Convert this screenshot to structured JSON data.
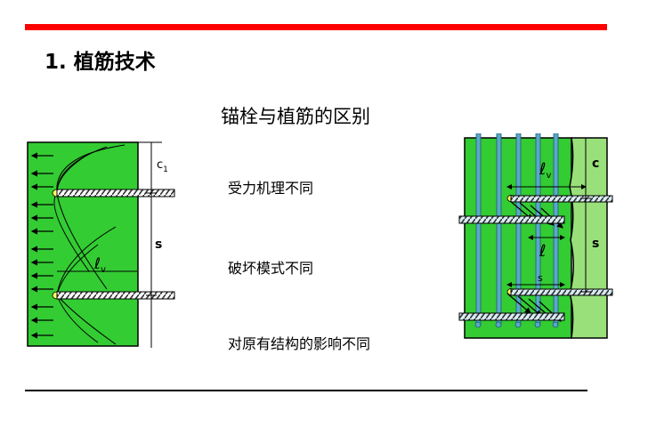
{
  "heading": {
    "number": "1.",
    "title": "植筋技术"
  },
  "subtitle": "锚栓与植筋的区别",
  "differences": [
    "受力机理不同",
    "破坏模式不同",
    "对原有结构的影响不同"
  ],
  "left_diagram": {
    "label_c": "c",
    "label_c_sub": "1",
    "label_s": "s",
    "label_l": "ℓ",
    "label_l_sub": "v"
  },
  "right_diagram": {
    "label_lv": "ℓ",
    "label_lv_sub": "v",
    "label_l": "ℓ",
    "label_s_small": "s",
    "label_c": "c",
    "label_s": "s"
  },
  "colors": {
    "accent": "#ff0000",
    "concrete_dark": "#33cc33",
    "concrete_light": "#99e07a",
    "bar": "#5aa8c8"
  }
}
